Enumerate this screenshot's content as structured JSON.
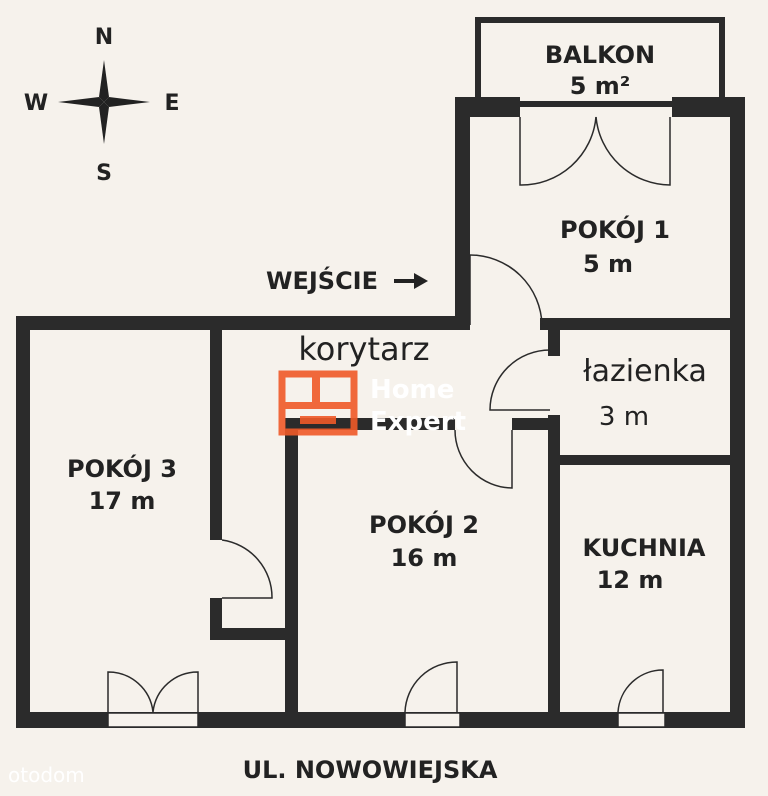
{
  "compass": {
    "n": "N",
    "s": "S",
    "e": "E",
    "w": "W"
  },
  "entrance_label": "WEJŚCIE",
  "rooms": {
    "balkon": {
      "name": "BALKON",
      "area": "5 m²"
    },
    "pokoj1": {
      "name": "POKÓJ 1",
      "area": "5 m"
    },
    "korytarz": {
      "name": "korytarz"
    },
    "lazienka": {
      "name": "łazienka",
      "area": "3 m"
    },
    "pokoj3": {
      "name": "POKÓJ 3",
      "area": "17 m"
    },
    "pokoj2": {
      "name": "POKÓJ 2",
      "area": "16 m"
    },
    "kuchnia": {
      "name": "KUCHNIA",
      "area": "12 m"
    }
  },
  "street": "UL. NOWOWIEJSKA",
  "watermark": {
    "line1": "Home",
    "line2": "Expert",
    "color": "#f05a28"
  },
  "site_logo": "otodom",
  "colors": {
    "wall": "#2b2b2b",
    "background": "#f6f2ec"
  }
}
